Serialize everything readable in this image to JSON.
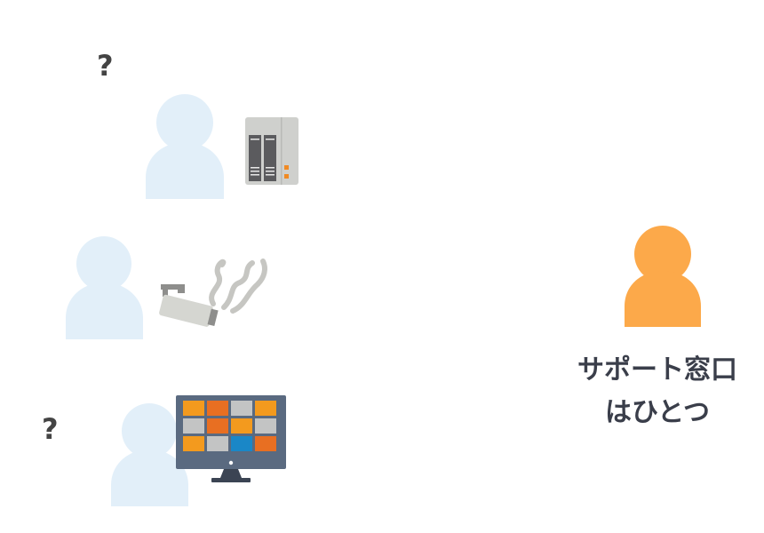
{
  "colors": {
    "user_light": "#e2eff9",
    "support_person": "#fca94a",
    "text_dark": "#3a3e4a",
    "question_mark": "#444444",
    "nas_body": "#cfd0cd",
    "nas_bay": "#5b5b5e",
    "nas_led": "#f08a24",
    "camera_body": "#d5d6d1",
    "camera_mount": "#8e8e8c",
    "smoke": "#c6c6c2",
    "monitor_frame": "#5a6a80",
    "monitor_stand": "#3b4453",
    "tile_orange": "#f39a1e",
    "tile_dark_orange": "#e86f22",
    "tile_gray": "#c3c4c4",
    "tile_blue": "#1a87c7"
  },
  "question_marks": [
    "?",
    "?"
  ],
  "support": {
    "caption_line1": "サポート窓口",
    "caption_line2": "はひとつ"
  },
  "icons": [
    "user-icon",
    "nas-server-icon",
    "security-camera-icon",
    "smoke-icon",
    "monitor-icon",
    "support-person-icon"
  ],
  "monitor_tiles": [
    [
      "orange",
      "dark_orange",
      "gray",
      "orange"
    ],
    [
      "gray",
      "dark_orange",
      "orange",
      "gray"
    ],
    [
      "orange",
      "gray",
      "blue",
      "dark_orange"
    ]
  ]
}
